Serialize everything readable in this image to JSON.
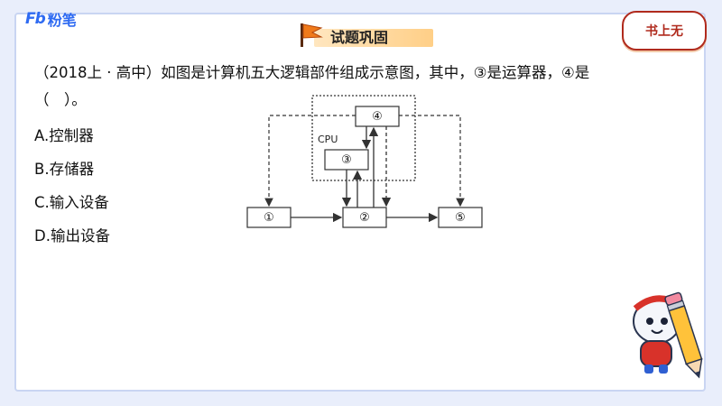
{
  "header": {
    "logo_mark": "Fb",
    "logo_text": "粉笔",
    "title": "试题巩固",
    "badge": "书上无"
  },
  "question": {
    "line1": "（2018上 · 高中）如图是计算机五大逻辑部件组成示意图，其中，③是运算器，④是",
    "line2": "（　）。"
  },
  "options": [
    {
      "label": "A.控制器"
    },
    {
      "label": "B.存储器"
    },
    {
      "label": "C.输入设备"
    },
    {
      "label": "D.输出设备"
    }
  ],
  "diagram": {
    "cpu_label": "CPU",
    "boxes": {
      "b1": "①",
      "b2": "②",
      "b3": "③",
      "b4": "④",
      "b5": "⑤"
    }
  },
  "colors": {
    "brand": "#2f6bf2",
    "accent": "#b02a1d",
    "banner": "#ffcf87"
  }
}
